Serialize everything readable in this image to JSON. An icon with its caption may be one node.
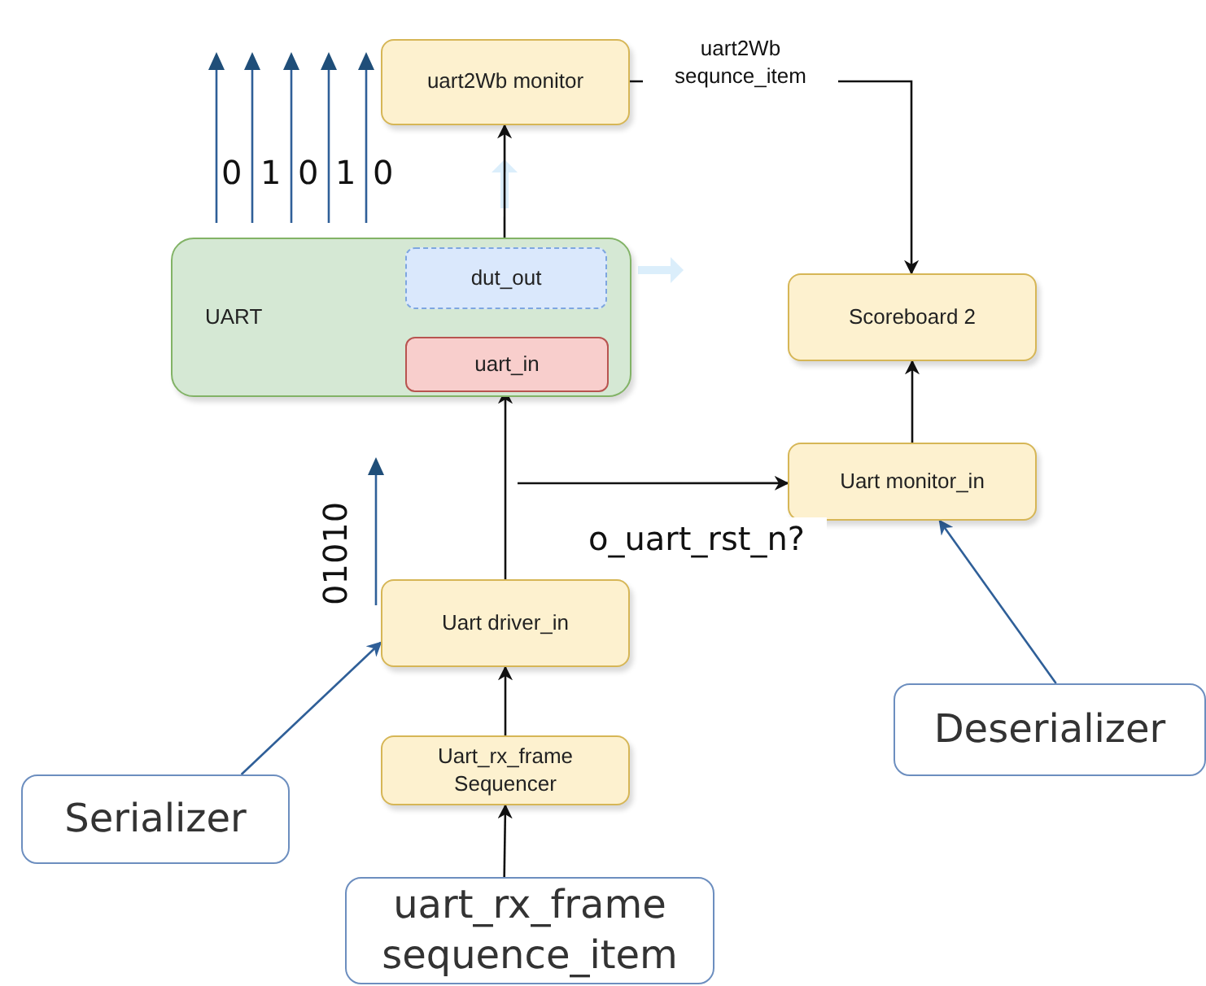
{
  "diagram": {
    "nodes": [
      {
        "text": [
          "uart2Wb monitor"
        ]
      },
      {
        "text": [
          "UART"
        ]
      },
      {
        "text": [
          "dut_out"
        ],
        "in": 1
      },
      {
        "text": [
          "uart_in"
        ],
        "in": 1
      },
      {
        "text": [
          "Scoreboard 2"
        ]
      },
      {
        "text": [
          "Uart monitor_in"
        ]
      },
      {
        "text": [
          "Uart driver_in"
        ]
      },
      {
        "text": [
          "Uart_rx_frame Sequencer"
        ]
      },
      {
        "text": [
          "uart_rx_frame sequence_item"
        ]
      },
      {
        "text": [
          "Serializer"
        ]
      },
      {
        "text": [
          "Deserializer"
        ]
      }
    ],
    "edges": [
      {
        "from": 0,
        "to": 4,
        "arrow": "to",
        "label": "uart2Wb sequnce_item"
      },
      {
        "from": 2,
        "to": 0,
        "arrow": "to"
      },
      {
        "from": 6,
        "to": 3,
        "arrow": "to"
      },
      {
        "from": null,
        "to": 5,
        "arrow": "to",
        "label": "o_uart_rst_n?"
      },
      {
        "from": 5,
        "to": 4,
        "arrow": "to"
      },
      {
        "from": 7,
        "to": 6,
        "arrow": "to"
      },
      {
        "from": 8,
        "to": 7,
        "arrow": "to"
      },
      {
        "from": 9,
        "to": 6,
        "arrow": "to",
        "color": "#2f5f98"
      },
      {
        "from": 10,
        "to": 5,
        "arrow": "to",
        "color": "#2f5f98"
      }
    ],
    "labels": [
      "0",
      "1",
      "0",
      "1",
      "0",
      "01010"
    ]
  }
}
